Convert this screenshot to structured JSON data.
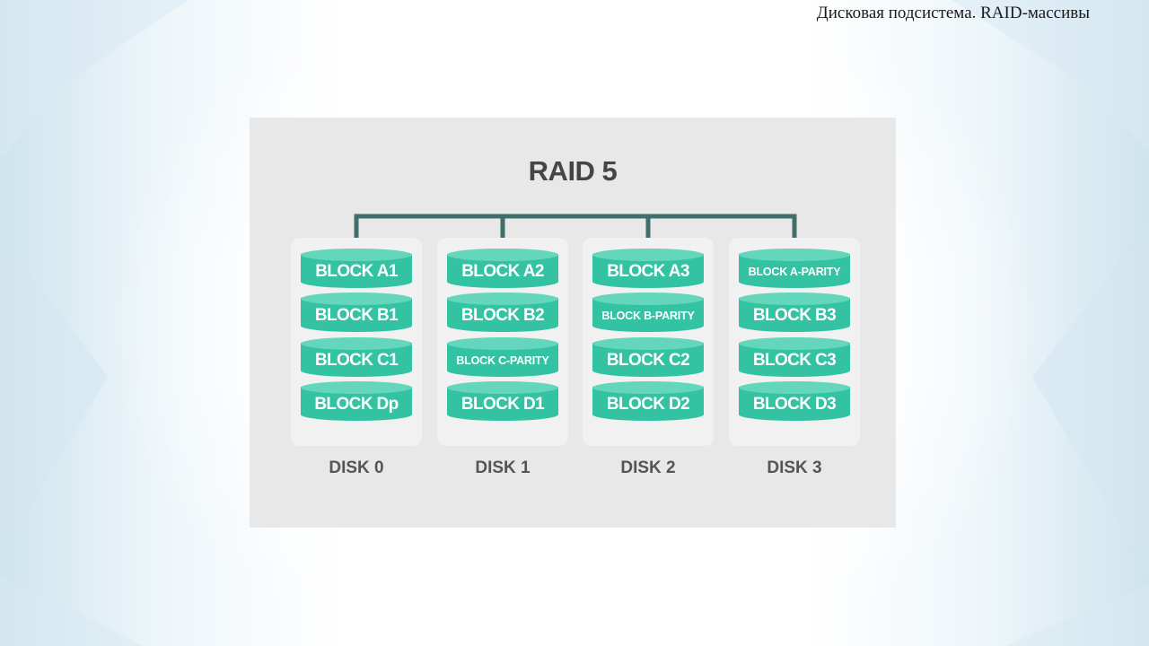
{
  "slide_title": "Дисковая подсистема. RAID-массивы",
  "diagram": {
    "title": "RAID 5",
    "colors": {
      "panel_bg": "#e8e8e8",
      "block_body": "#33c2a2",
      "block_top": "#63d6bb",
      "connector": "#3f6e6d",
      "text_dark": "#454545"
    },
    "disks": [
      {
        "label": "DISK 0",
        "blocks": [
          "BLOCK A1",
          "BLOCK B1",
          "BLOCK C1",
          "BLOCK Dp"
        ]
      },
      {
        "label": "DISK 1",
        "blocks": [
          "BLOCK A2",
          "BLOCK B2",
          "BLOCK C-PARITY",
          "BLOCK D1"
        ]
      },
      {
        "label": "DISK 2",
        "blocks": [
          "BLOCK A3",
          "BLOCK B-PARITY",
          "BLOCK C2",
          "BLOCK D2"
        ]
      },
      {
        "label": "DISK 3",
        "blocks": [
          "BLOCK A-PARITY",
          "BLOCK B3",
          "BLOCK C3",
          "BLOCK D3"
        ]
      }
    ]
  }
}
